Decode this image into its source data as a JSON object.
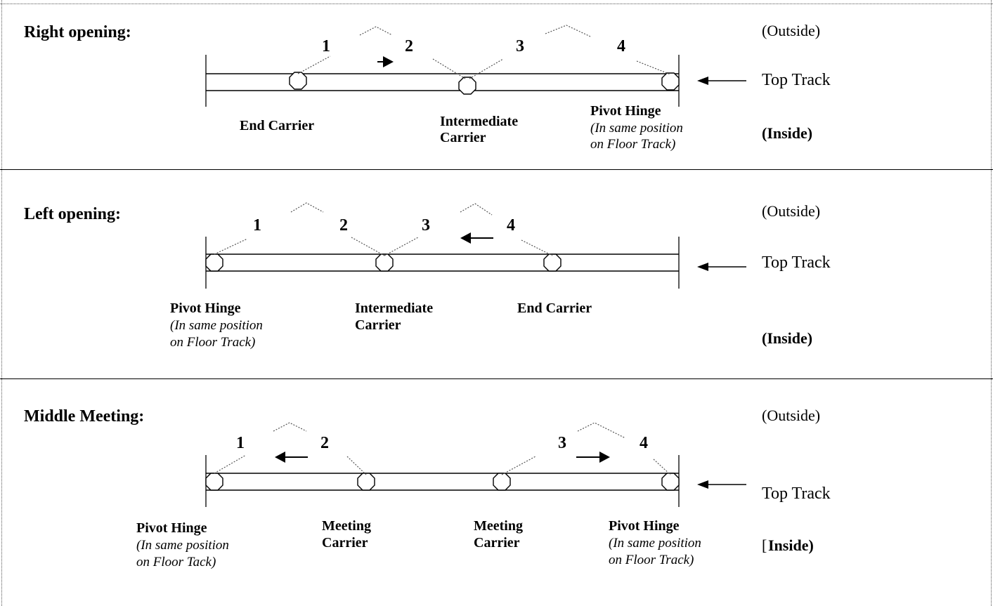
{
  "sections": [
    {
      "title": "Right opening:",
      "outside": "(Outside)",
      "inside": "(Inside)",
      "track_label": "Top Track",
      "panel_numbers": [
        "1",
        "2",
        "3",
        "4"
      ],
      "labels": {
        "end_carrier": "End Carrier",
        "intermediate_carrier_line1": "Intermediate",
        "intermediate_carrier_line2": "Carrier",
        "pivot_hinge": "Pivot Hinge",
        "pivot_note_line1": "(In same position",
        "pivot_note_line2": "on Floor Track)"
      },
      "direction": "right"
    },
    {
      "title": "Left opening:",
      "outside": "(Outside)",
      "inside": "(Inside)",
      "track_label": "Top Track",
      "panel_numbers": [
        "1",
        "2",
        "3",
        "4"
      ],
      "labels": {
        "pivot_hinge": "Pivot Hinge",
        "pivot_note_line1": "(In same position",
        "pivot_note_line2": "on Floor Track)",
        "intermediate_carrier_line1": "Intermediate",
        "intermediate_carrier_line2": "Carrier",
        "end_carrier": "End Carrier"
      },
      "direction": "left"
    },
    {
      "title": "Middle Meeting:",
      "outside": "(Outside)",
      "inside": "Inside)",
      "inside_prefix": "[",
      "track_label": "Top Track",
      "panel_numbers": [
        "1",
        "2",
        "3",
        "4"
      ],
      "labels": {
        "pivot_hinge_left": "Pivot Hinge",
        "pivot_note_left_line1": "(In same position",
        "pivot_note_left_line2": "on Floor Tack)",
        "meeting_carrier_a_line1": "Meeting",
        "meeting_carrier_a_line2": "Carrier",
        "meeting_carrier_b_line1": "Meeting",
        "meeting_carrier_b_line2": "Carrier",
        "pivot_hinge_right": "Pivot Hinge",
        "pivot_note_right_line1": "(In same position",
        "pivot_note_right_line2": "on Floor Track)"
      },
      "direction": "both"
    }
  ],
  "colors": {
    "ink": "#000000",
    "dotted": "#555555",
    "background": "#ffffff"
  }
}
